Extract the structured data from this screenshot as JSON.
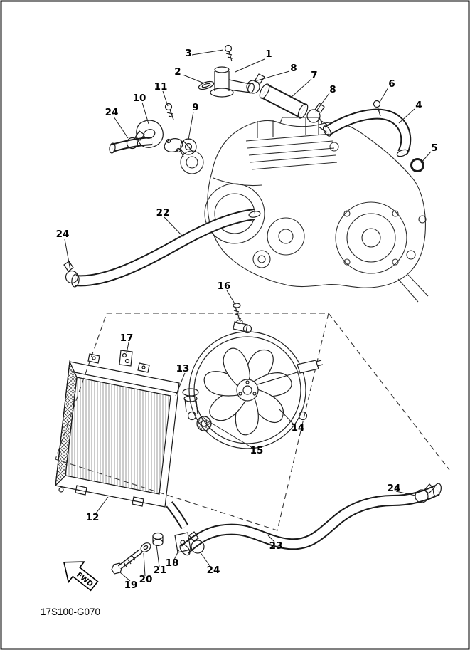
{
  "diagram": {
    "code": "17S100-G070",
    "fwd_label": "FWD"
  },
  "labels": [
    "3",
    "1",
    "2",
    "8",
    "7",
    "8",
    "6",
    "4",
    "5",
    "11",
    "10",
    "24",
    "9",
    "22",
    "24",
    "16",
    "17",
    "13",
    "15",
    "14",
    "12",
    "24",
    "23",
    "18",
    "24",
    "21",
    "20",
    "19"
  ]
}
